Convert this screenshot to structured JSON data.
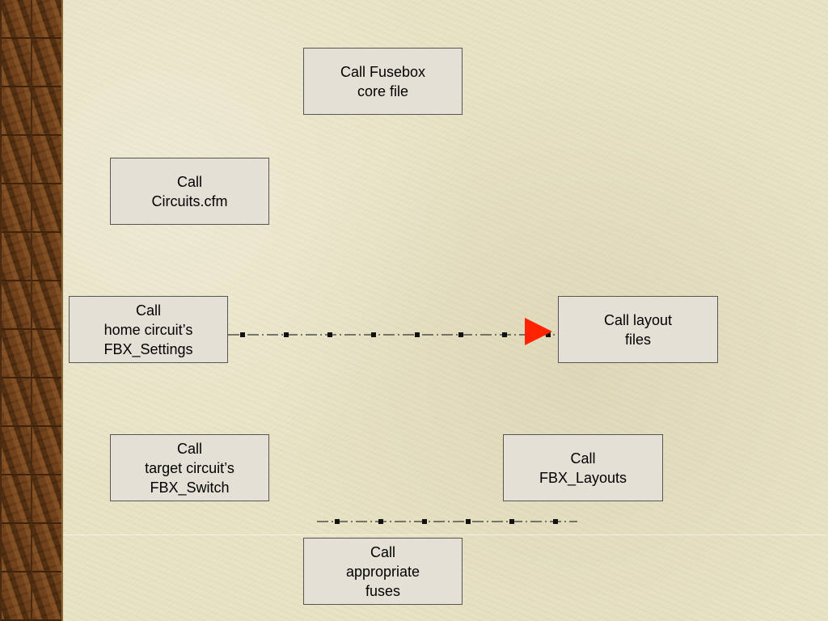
{
  "boxes": {
    "fusebox": {
      "line1": "Call Fusebox",
      "line2": "core file"
    },
    "circuits": {
      "line1": "Call",
      "line2": "Circuits.cfm"
    },
    "home_settings": {
      "line1": "Call",
      "line2": "home circuit’s",
      "line3": "FBX_Settings"
    },
    "layout_files": {
      "line1": "Call layout",
      "line2": "files"
    },
    "target_switch": {
      "line1": "Call",
      "line2": "target circuit’s",
      "line3": "FBX_Switch"
    },
    "fbx_layouts": {
      "line1": "Call",
      "line2": "FBX_Layouts"
    },
    "fuses": {
      "line1": "Call",
      "line2": "appropriate",
      "line3": "fuses"
    }
  },
  "colors": {
    "background": "#e8e2c4",
    "box_fill": "#e4e0d6",
    "box_border": "#555555",
    "arrow": "#ff2200",
    "wood": "#6b3f1a"
  }
}
